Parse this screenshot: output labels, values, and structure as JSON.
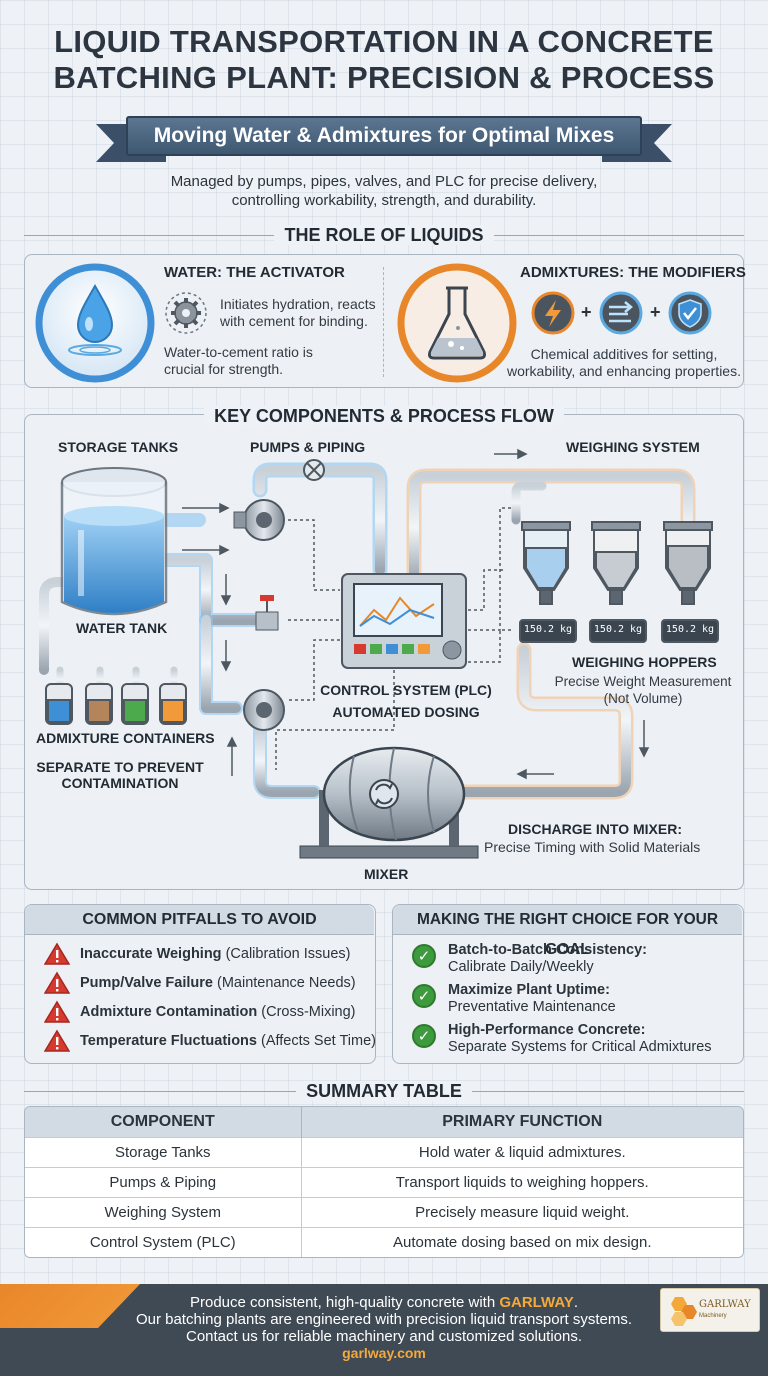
{
  "header": {
    "title_line1": "LIQUID TRANSPORTATION IN A CONCRETE",
    "title_line2": "BATCHING PLANT: PRECISION & PROCESS",
    "ribbon": "Moving Water & Admixtures for Optimal Mixes",
    "subtitle_line1": "Managed by pumps, pipes, valves, and PLC for precise delivery,",
    "subtitle_line2": "controlling workability, strength, and durability."
  },
  "role": {
    "heading": "THE ROLE OF LIQUIDS",
    "water": {
      "title": "WATER: THE ACTIVATOR",
      "point1_line1": "Initiates hydration, reacts",
      "point1_line2": "with cement for binding.",
      "point2_line1": "Water-to-cement ratio is",
      "point2_line2": "crucial for strength."
    },
    "admixtures": {
      "title": "ADMIXTURES: THE MODIFIERS",
      "plus1": "+",
      "plus2": "+",
      "desc_line1": "Chemical additives for setting,",
      "desc_line2": "workability, and enhancing properties."
    }
  },
  "flow": {
    "heading": "KEY COMPONENTS & PROCESS FLOW",
    "storage_tanks": "STORAGE TANKS",
    "pumps_piping": "PUMPS & PIPING",
    "weighing_system": "WEIGHING SYSTEM",
    "water_tank": "WATER TANK",
    "admixture_containers": "ADMIXTURE CONTAINERS",
    "separate_line1": "SEPARATE TO PREVENT",
    "separate_line2": "CONTAMINATION",
    "control_line1": "CONTROL SYSTEM (PLC)",
    "control_line2": "AUTOMATED DOSING",
    "hopper_readings": [
      "150.2 kg",
      "150.2 kg",
      "150.2 kg"
    ],
    "weighing_hoppers": "WEIGHING HOPPERS",
    "precise_line1": "Precise Weight Measurement",
    "precise_line2": "(Not Volume)",
    "discharge_title": "DISCHARGE INTO MIXER:",
    "discharge_desc": "Precise Timing with Solid Materials",
    "mixer": "MIXER"
  },
  "pitfalls": {
    "heading": "COMMON PITFALLS TO AVOID",
    "items": [
      {
        "bold": "Inaccurate Weighing",
        "rest": " (Calibration Issues)"
      },
      {
        "bold": "Pump/Valve Failure",
        "rest": " (Maintenance Needs)"
      },
      {
        "bold": "Admixture Contamination",
        "rest": " (Cross-Mixing)"
      },
      {
        "bold": "Temperature Fluctuations",
        "rest": " (Affects Set Time)"
      }
    ]
  },
  "choices": {
    "heading": "MAKING THE RIGHT CHOICE FOR YOUR GOAL",
    "items": [
      {
        "title": "Batch-to-Batch Consistency:",
        "desc": "Calibrate Daily/Weekly"
      },
      {
        "title": "Maximize Plant Uptime:",
        "desc": "Preventative Maintenance"
      },
      {
        "title": "High-Performance Concrete:",
        "desc": "Separate Systems for Critical Admixtures"
      }
    ]
  },
  "summary": {
    "heading": "SUMMARY TABLE",
    "columns": [
      "COMPONENT",
      "PRIMARY FUNCTION"
    ],
    "rows": [
      [
        "Storage Tanks",
        "Hold water & liquid admixtures."
      ],
      [
        "Pumps & Piping",
        "Transport liquids to weighing hoppers."
      ],
      [
        "Weighing System",
        "Precisely measure liquid weight."
      ],
      [
        "Control System (PLC)",
        "Automate dosing based on mix design."
      ]
    ]
  },
  "footer": {
    "line1_pre": "Produce consistent, high-quality concrete with ",
    "line1_brand": "GARLWAY",
    "line1_post": ".",
    "line2": "Our batching plants are engineered with precision liquid transport systems.",
    "line3": "Contact us for reliable machinery and customized solutions.",
    "site": "garlway.com",
    "logo_name": "GARLWAY",
    "logo_sub": "Machinery"
  },
  "colors": {
    "water_blue": "#3f8fd6",
    "accent_orange": "#e8872a",
    "warning_red": "#d63a2f",
    "check_green": "#3d9a3d",
    "ribbon_blue": "#4a6580"
  }
}
